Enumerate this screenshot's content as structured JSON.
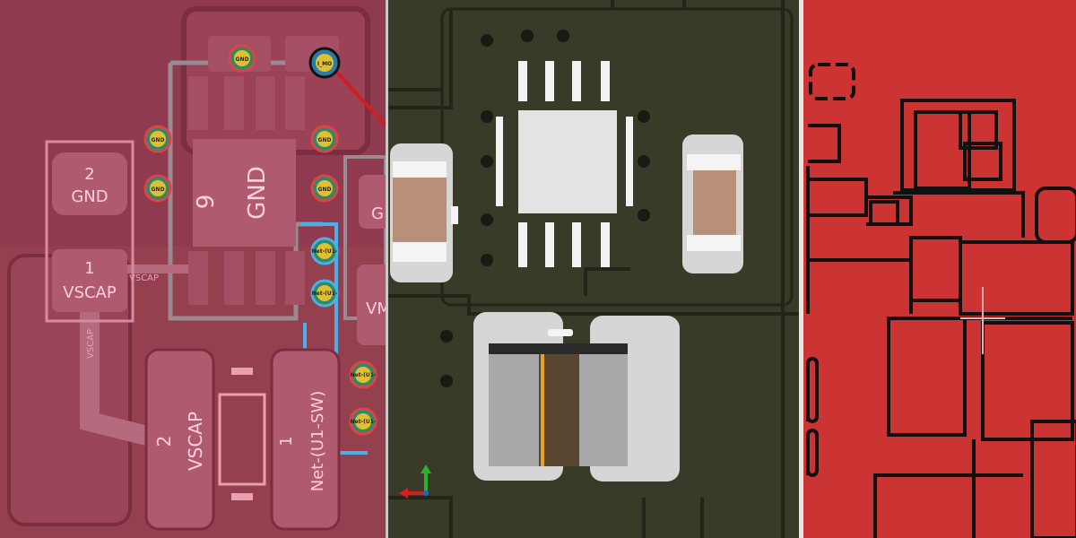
{
  "layout_view": {
    "pads": {
      "gnd_pad_left": {
        "number": "2",
        "net": "GND"
      },
      "vscap_pad_left": {
        "number": "1",
        "net": "VSCAP"
      },
      "big_gnd_pad": {
        "number": "9",
        "net": "GND"
      },
      "vscap_pad_bottom": {
        "number": "2",
        "net": "VSCAP"
      },
      "sw_pad_bottom": {
        "number": "1",
        "net": "Net-(U1-SW)"
      },
      "partial_pad_g": {
        "net": "G"
      },
      "partial_pad_vm": {
        "net": "VM"
      }
    },
    "track_labels": {
      "vscap_horizontal": "VSCAP",
      "vscap_vertical": "VSCAP"
    },
    "via_labels": {
      "gnd": "GND",
      "i_mo": "I_MO",
      "net_small": "Net-(U1-"
    }
  },
  "colors": {
    "board_bg": "#8f3a4e",
    "copper_pad": "#b05a70",
    "silk": "#e8a0b0",
    "pcb_3d": "#3a3a2a",
    "gerber_red": "#cc3333",
    "highlight_track": "#4ab0e8"
  }
}
